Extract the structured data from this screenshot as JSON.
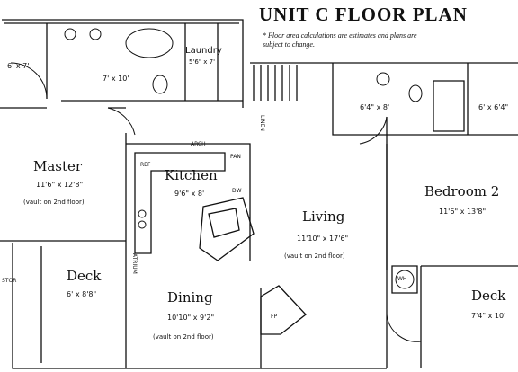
{
  "title": "UNIT C FLOOR PLAN",
  "note_line1": "* Floor area calculations are estimates and plans are",
  "note_line2": "subject to change.",
  "rooms": {
    "closet_left": {
      "dim": "6' x 7'"
    },
    "bath_master": {
      "dim": "7' x 10'"
    },
    "laundry": {
      "name": "Laundry",
      "dim": "5'6\" x 7'"
    },
    "master": {
      "name": "Master",
      "dim": "11'6\" x 12'8\"",
      "note": "(vault on 2nd floor)"
    },
    "kitchen": {
      "name": "Kitchen",
      "dim": "9'6\" x 8'"
    },
    "living": {
      "name": "Living",
      "dim": "11'10\" x 17'6\"",
      "note": "(vault on 2nd floor)"
    },
    "dining": {
      "name": "Dining",
      "dim": "10'10\" x 9'2\"",
      "note": "(vault on 2nd floor)"
    },
    "deck_left": {
      "name": "Deck",
      "dim": "6' x 8'8\""
    },
    "bath_2": {
      "dim": "6'4\" x 8'"
    },
    "closet_right": {
      "dim": "6' x 6'4\""
    },
    "bedroom2": {
      "name": "Bedroom 2",
      "dim": "11'6\" x 13'8\""
    },
    "deck_right": {
      "name": "Deck",
      "dim": "7'4\" x 10'"
    }
  },
  "fixtures": {
    "ref": "REF",
    "pan": "PAN",
    "dw": "DW",
    "linen": "LINEN",
    "arch": "ARCH",
    "atrium": "ATRIUM",
    "wh": "WH",
    "fp": "FP",
    "stor": "STOR"
  }
}
